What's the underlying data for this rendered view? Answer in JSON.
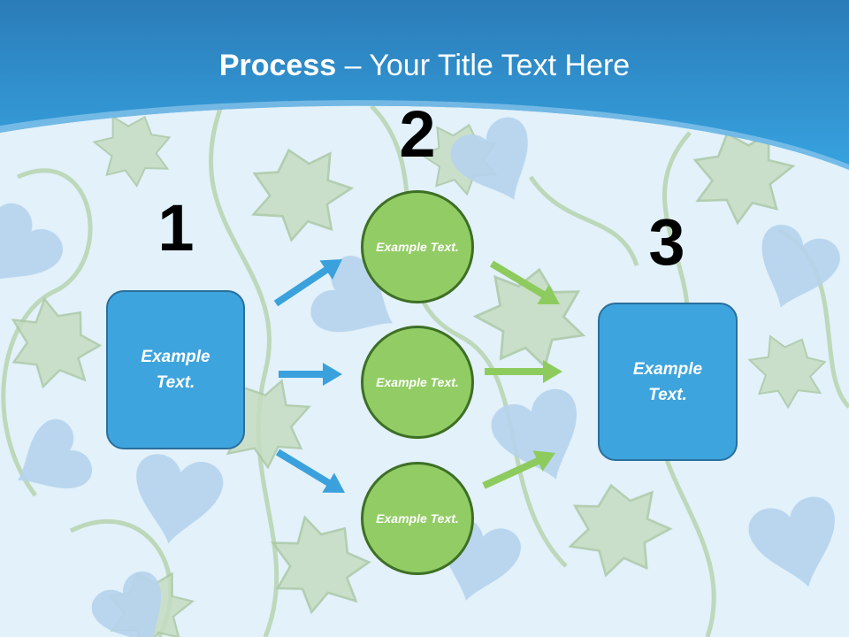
{
  "title": {
    "bold": "Process",
    "rest": " – Your Title Text Here"
  },
  "steps": [
    {
      "number": "1",
      "label": "Example Text."
    },
    {
      "number": "2",
      "items": [
        "Example Text.",
        "Example Text.",
        "Example Text."
      ]
    },
    {
      "number": "3",
      "label": "Example Text."
    }
  ],
  "colors": {
    "header": "#2f93d0",
    "box_fill": "#3ea4de",
    "circle_fill": "#92cc64",
    "blue_arrow": "#3aa1dc",
    "green_arrow": "#8ecb5e",
    "background": "#e2f1fa"
  }
}
